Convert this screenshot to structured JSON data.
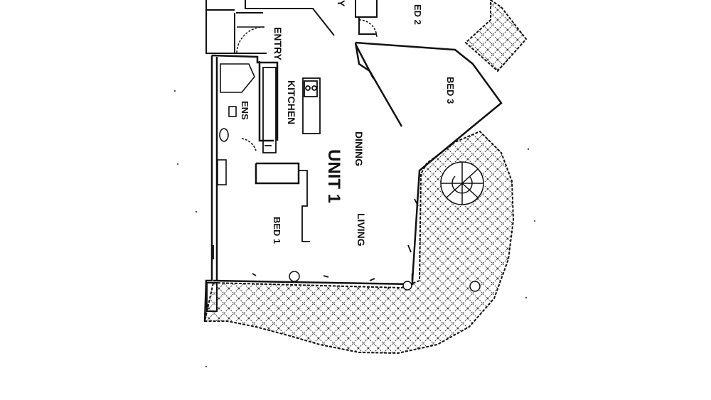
{
  "plan": {
    "unit_label": "UNIT 1",
    "rooms": {
      "entry": "ENTRY",
      "kitchen": "KITCHEN",
      "ens": "ENS",
      "dining": "DINING",
      "living": "LIVING",
      "bed1": "BED 1",
      "bed2": "ED 2",
      "bed3": "BED 3",
      "partial_top": "Y"
    },
    "colors": {
      "ink": "#111111",
      "paper": "#ffffff"
    }
  }
}
